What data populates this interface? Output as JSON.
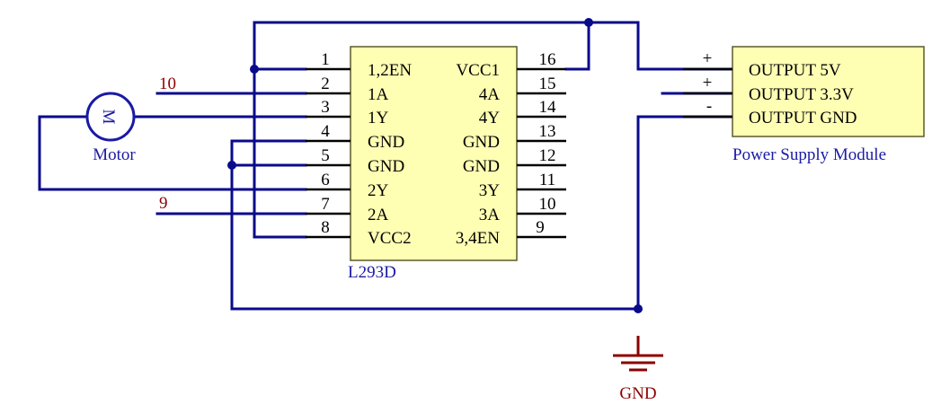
{
  "chip": {
    "name": "L293D",
    "left_pins": [
      {
        "num": "1",
        "label": "1,2EN"
      },
      {
        "num": "2",
        "label": "1A"
      },
      {
        "num": "3",
        "label": "1Y"
      },
      {
        "num": "4",
        "label": "GND"
      },
      {
        "num": "5",
        "label": "GND"
      },
      {
        "num": "6",
        "label": "2Y"
      },
      {
        "num": "7",
        "label": "2A"
      },
      {
        "num": "8",
        "label": "VCC2"
      }
    ],
    "right_pins": [
      {
        "num": "16",
        "label": "VCC1"
      },
      {
        "num": "15",
        "label": "4A"
      },
      {
        "num": "14",
        "label": "4Y"
      },
      {
        "num": "13",
        "label": "GND"
      },
      {
        "num": "12",
        "label": "GND"
      },
      {
        "num": "11",
        "label": "3Y"
      },
      {
        "num": "10",
        "label": "3A"
      },
      {
        "num": "9",
        "label": "3,4EN"
      }
    ]
  },
  "power_module": {
    "name": "Power Supply Module",
    "outputs": [
      {
        "sign": "+",
        "label": "OUTPUT 5V"
      },
      {
        "sign": "+",
        "label": "OUTPUT 3.3V"
      },
      {
        "sign": "-",
        "label": "OUTPUT GND"
      }
    ]
  },
  "motor": {
    "symbol": "M",
    "label": "Motor"
  },
  "net_labels": {
    "pin10": "10",
    "pin9": "9"
  },
  "ground": {
    "label": "GND"
  },
  "colors": {
    "wire": "#0a0a8c",
    "chip_fill": "#ffffb3",
    "net_label": "#8b0000",
    "title": "#1a1aa6"
  }
}
